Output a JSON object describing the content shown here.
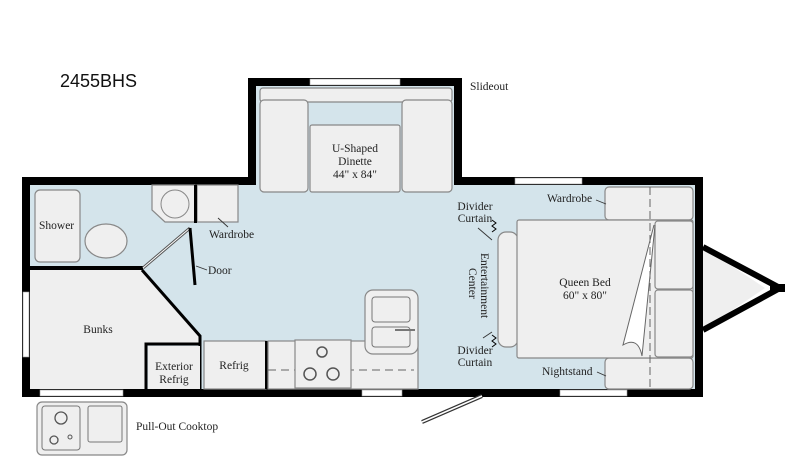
{
  "model": "2455BHS",
  "labels": {
    "slideout": "Slideout",
    "dinette_name": "U-Shaped",
    "dinette_name2": "Dinette",
    "dinette_size": "44\" x 84\"",
    "shower": "Shower",
    "wardrobe_front": "Wardrobe",
    "door": "Door",
    "bunks": "Bunks",
    "exterior_refrig_1": "Exterior",
    "exterior_refrig_2": "Refrig",
    "refrig": "Refrig",
    "pull_out_cooktop": "Pull-Out Cooktop",
    "divider_curtain_top_1": "Divider",
    "divider_curtain_top_2": "Curtain",
    "divider_curtain_bottom_1": "Divider",
    "divider_curtain_bottom_2": "Curtain",
    "entertainment_1": "Entertainment",
    "entertainment_2": "Center",
    "wardrobe_rear": "Wardrobe",
    "queen_bed": "Queen Bed",
    "queen_bed_size": "60\" x 80\"",
    "nightstand": "Nightstand"
  },
  "colors": {
    "floor": "#d4e4eb",
    "furniture": "#efefef",
    "wall": "#000000"
  }
}
